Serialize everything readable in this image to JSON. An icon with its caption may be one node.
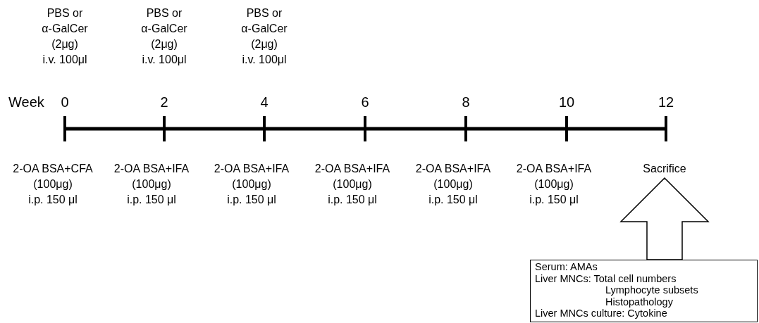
{
  "diagram": {
    "nodes": [
      {
        "text": [
          "Sacrifice"
        ]
      },
      {
        "text": [
          "Serum: AMAs",
          "Liver MNCs: Total cell numbers",
          "Lymphocyte subsets",
          "Histopathology",
          "Liver MNCs culture: Cytokine"
        ]
      }
    ],
    "edges": [
      {
        "from": 1,
        "to": 0,
        "arrow": "to"
      }
    ],
    "labels": [
      "PBS or α-GalCer (2μg) i.v. 100μl",
      "PBS or α-GalCer (2μg) i.v. 100μl",
      "PBS or α-GalCer (2μg) i.v. 100μl",
      "Week",
      "0",
      "2",
      "4",
      "6",
      "8",
      "10",
      "12",
      "2-OA BSA+CFA (100μg) i.p. 150 μl",
      "2-OA BSA+IFA (100μg) i.p. 150 μl",
      "2-OA BSA+IFA (100μg) i.p. 150 μl",
      "2-OA BSA+IFA (100μg) i.p. 150 μl",
      "2-OA BSA+IFA (100μg) i.p. 150 μl",
      "2-OA BSA+IFA (100μg) i.p. 150 μl"
    ]
  }
}
